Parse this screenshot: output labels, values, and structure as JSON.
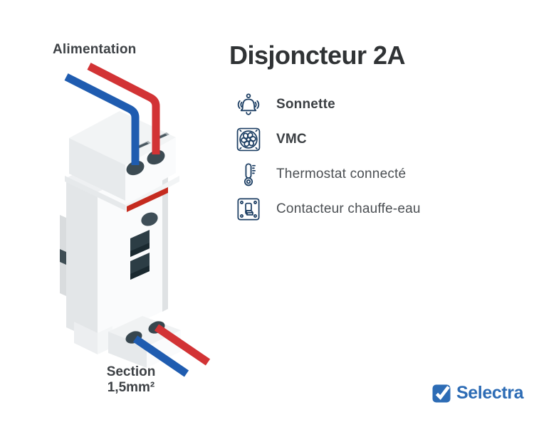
{
  "page": {
    "background": "#ffffff"
  },
  "illustration": {
    "top_label": "Alimentation",
    "section_label": {
      "line1": "Section",
      "line2": "1,5mm²"
    },
    "wire_colors": {
      "phase_red": "#d23335",
      "neutral_blue": "#1f5cb0"
    }
  },
  "panel": {
    "title": "Disjoncteur 2A",
    "icon_color": "#1c3e63",
    "items": [
      {
        "icon": "bell-icon",
        "label": "Sonnette"
      },
      {
        "icon": "fan-icon",
        "label": "VMC"
      },
      {
        "icon": "thermometer-icon",
        "label": "Thermostat connecté"
      },
      {
        "icon": "wall-switch-icon",
        "label": "Contacteur chauffe-eau"
      }
    ]
  },
  "footer": {
    "brand": "Selectra",
    "brand_color": "#2d6cb5"
  }
}
